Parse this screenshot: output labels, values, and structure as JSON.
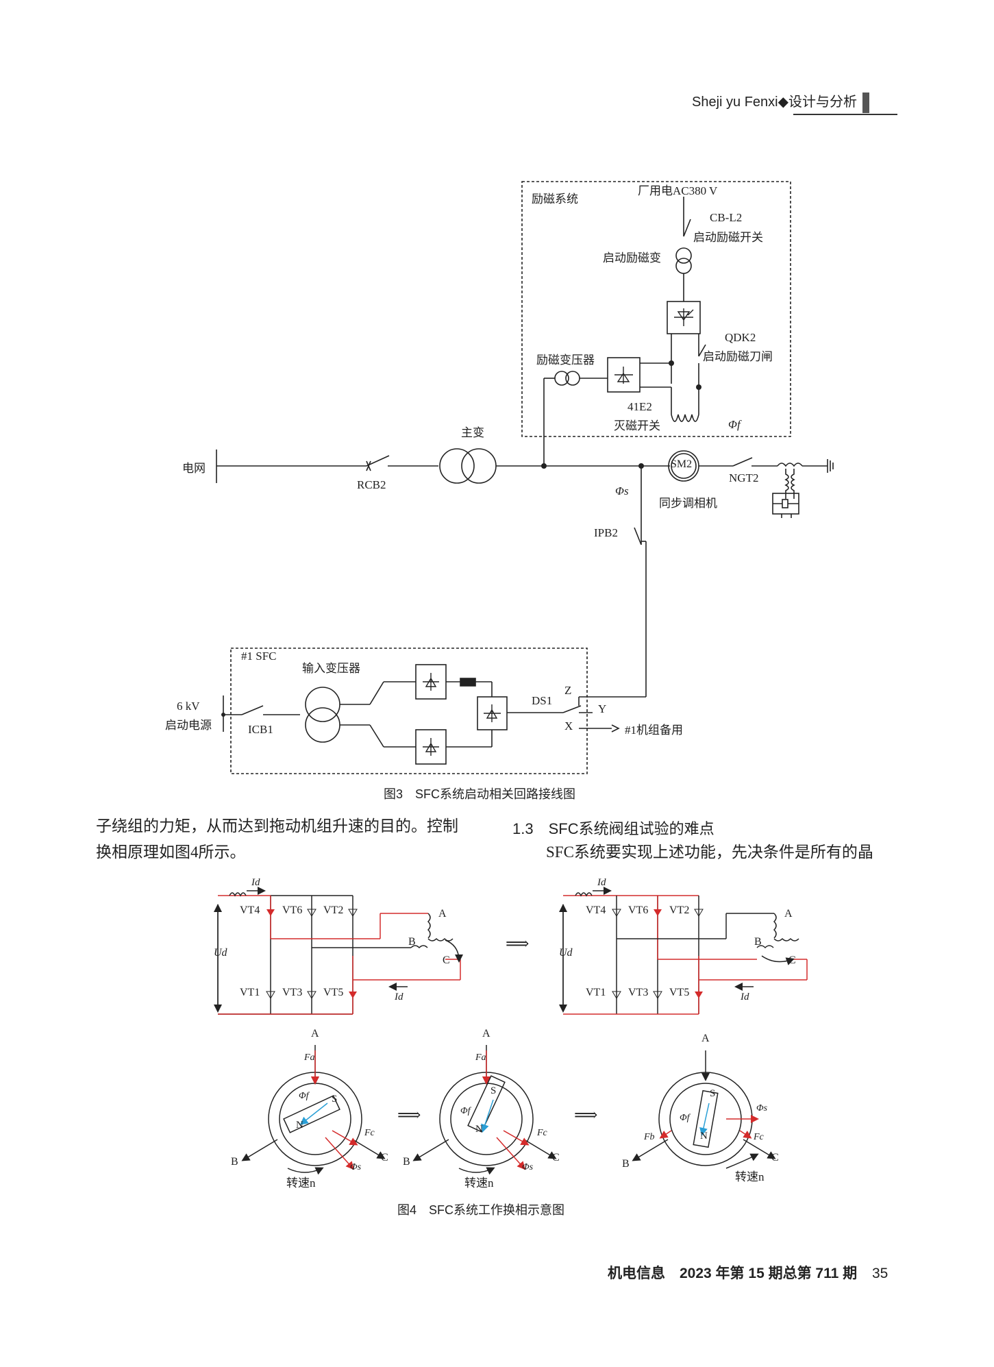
{
  "running_head": {
    "pinyin": "Sheji yu Fenxi",
    "diamond": "◆",
    "title": "设计与分析"
  },
  "figure3": {
    "caption": "图3　SFC系统启动相关回路接线图",
    "labels": {
      "excitation_system": "励磁系统",
      "aux_power": "厂用电AC380 V",
      "cb_l2": "CB-L2",
      "start_exc_switch": "启动励磁开关",
      "start_exc_transformer": "启动励磁变",
      "qdk2": "QDK2",
      "start_exc_knife": "启动励磁刀闸",
      "exc_transformer": "励磁变压器",
      "e41e2": "41E2",
      "demag_switch": "灭磁开关",
      "phi_f": "Φf",
      "grid": "电网",
      "rcb2": "RCB2",
      "main_transformer": "主变",
      "sm2": "SM2",
      "ngt2": "NGT2",
      "phi_s": "Φs",
      "sync_condenser": "同步调相机",
      "ipb2": "IPB2",
      "sfc1": "#1 SFC",
      "input_transformer": "输入变压器",
      "kv6": "6 kV",
      "start_power": "启动电源",
      "icb1": "ICB1",
      "ds1": "DS1",
      "z": "Z",
      "y": "Y",
      "x": "X",
      "unit1_backup": "#1机组备用"
    }
  },
  "text": {
    "left_line1": "子绕组的力矩，从而达到拖动机组升速的目的。控制",
    "left_line2": "换相原理如图4所示。",
    "section_heading": "1.3　SFC系统阀组试验的难点",
    "right_line1": "SFC系统要实现上述功能，先决条件是所有的晶"
  },
  "figure4": {
    "caption": "图4　SFC系统工作换相示意图",
    "labels": {
      "id": "Id",
      "ud": "Ud",
      "vt4": "VT4",
      "vt6": "VT6",
      "vt2": "VT2",
      "vt1": "VT1",
      "vt3": "VT3",
      "vt5": "VT5",
      "a": "A",
      "b": "B",
      "c": "C",
      "fa": "Fa",
      "fb": "Fb",
      "fc": "Fc",
      "phi_f": "Φf",
      "phi_s": "Φs",
      "s": "S",
      "n": "N",
      "speed": "转速n",
      "arrow": "⟹"
    }
  },
  "footer": {
    "journal": "机电信息　2023 年第 15 期总第 711 期",
    "page": "35"
  },
  "colors": {
    "conduct": "#d42b2b",
    "blue_vector": "#2a9fd6",
    "ink": "#222222"
  }
}
